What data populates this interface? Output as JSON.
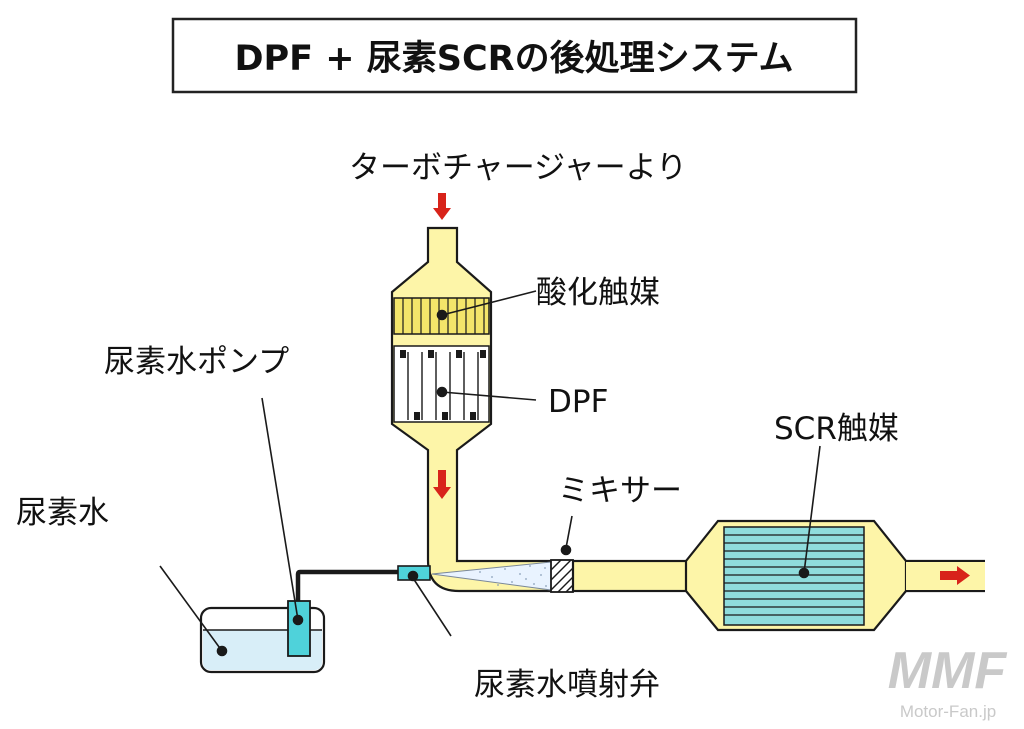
{
  "title": "DPF + 尿素SCRの後処理システム",
  "labels": {
    "turbo": "ターボチャージャーより",
    "oxidation_catalyst": "酸化触媒",
    "dpf": "DPF",
    "urea_pump": "尿素水ポンプ",
    "scr_catalyst": "SCR触媒",
    "mixer": "ミキサー",
    "urea_water": "尿素水",
    "urea_injector": "尿素水噴射弁"
  },
  "watermark": {
    "logo": "MMF",
    "site": "Motor-Fan.jp"
  },
  "colors": {
    "pipe_fill": "#fdf5a8",
    "oxidation_catalyst": "#f3e56a",
    "scr_catalyst": "#8fdcdc",
    "injector": "#4fd2da",
    "tank_liquid": "#d8eef8",
    "flow_arrow": "#d8231a",
    "line": "#1a1a1a"
  }
}
